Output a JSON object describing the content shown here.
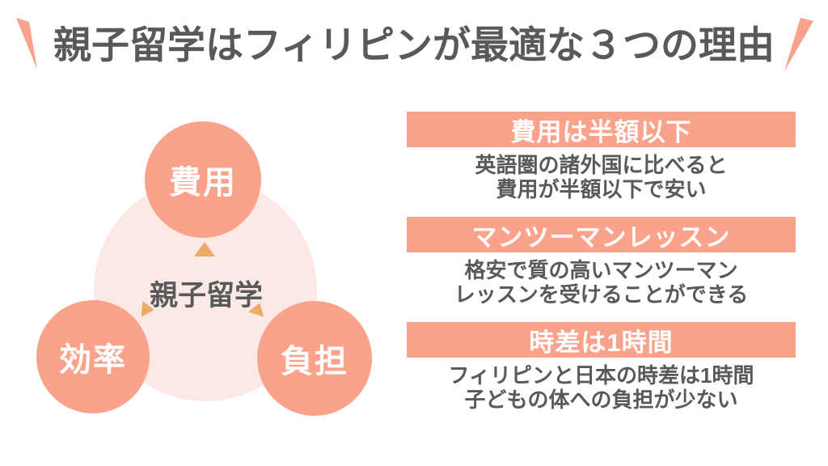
{
  "title": {
    "text": "親子留学はフィリピンが最適な３つの理由"
  },
  "colors": {
    "salmon": "#FBA28C",
    "pale_pink": "#FCE9E6",
    "triangle_orange": "#ECAC67",
    "text_dark": "#595959",
    "text_on_salmon": "#FFFFFF",
    "background": "#FFFFFF"
  },
  "diagram": {
    "center_label": "親子留学",
    "nodes": [
      {
        "label": "費用"
      },
      {
        "label": "効率"
      },
      {
        "label": "負担"
      }
    ],
    "icons": [
      "triangle-up",
      "triangle-toward-left-node",
      "triangle-toward-right-node"
    ]
  },
  "sections": [
    {
      "heading": "費用は半額以下",
      "body_line1": "英語圏の諸外国に比べると",
      "body_line2": "費用が半額以下で安い"
    },
    {
      "heading": "マンツーマンレッスン",
      "body_line1": "格安で質の高いマンツーマン",
      "body_line2": "レッスンを受けることができる"
    },
    {
      "heading": "時差は1時間",
      "body_line1": "フィリピンと日本の時差は1時間",
      "body_line2": "子どもの体への負担が少ない"
    }
  ]
}
